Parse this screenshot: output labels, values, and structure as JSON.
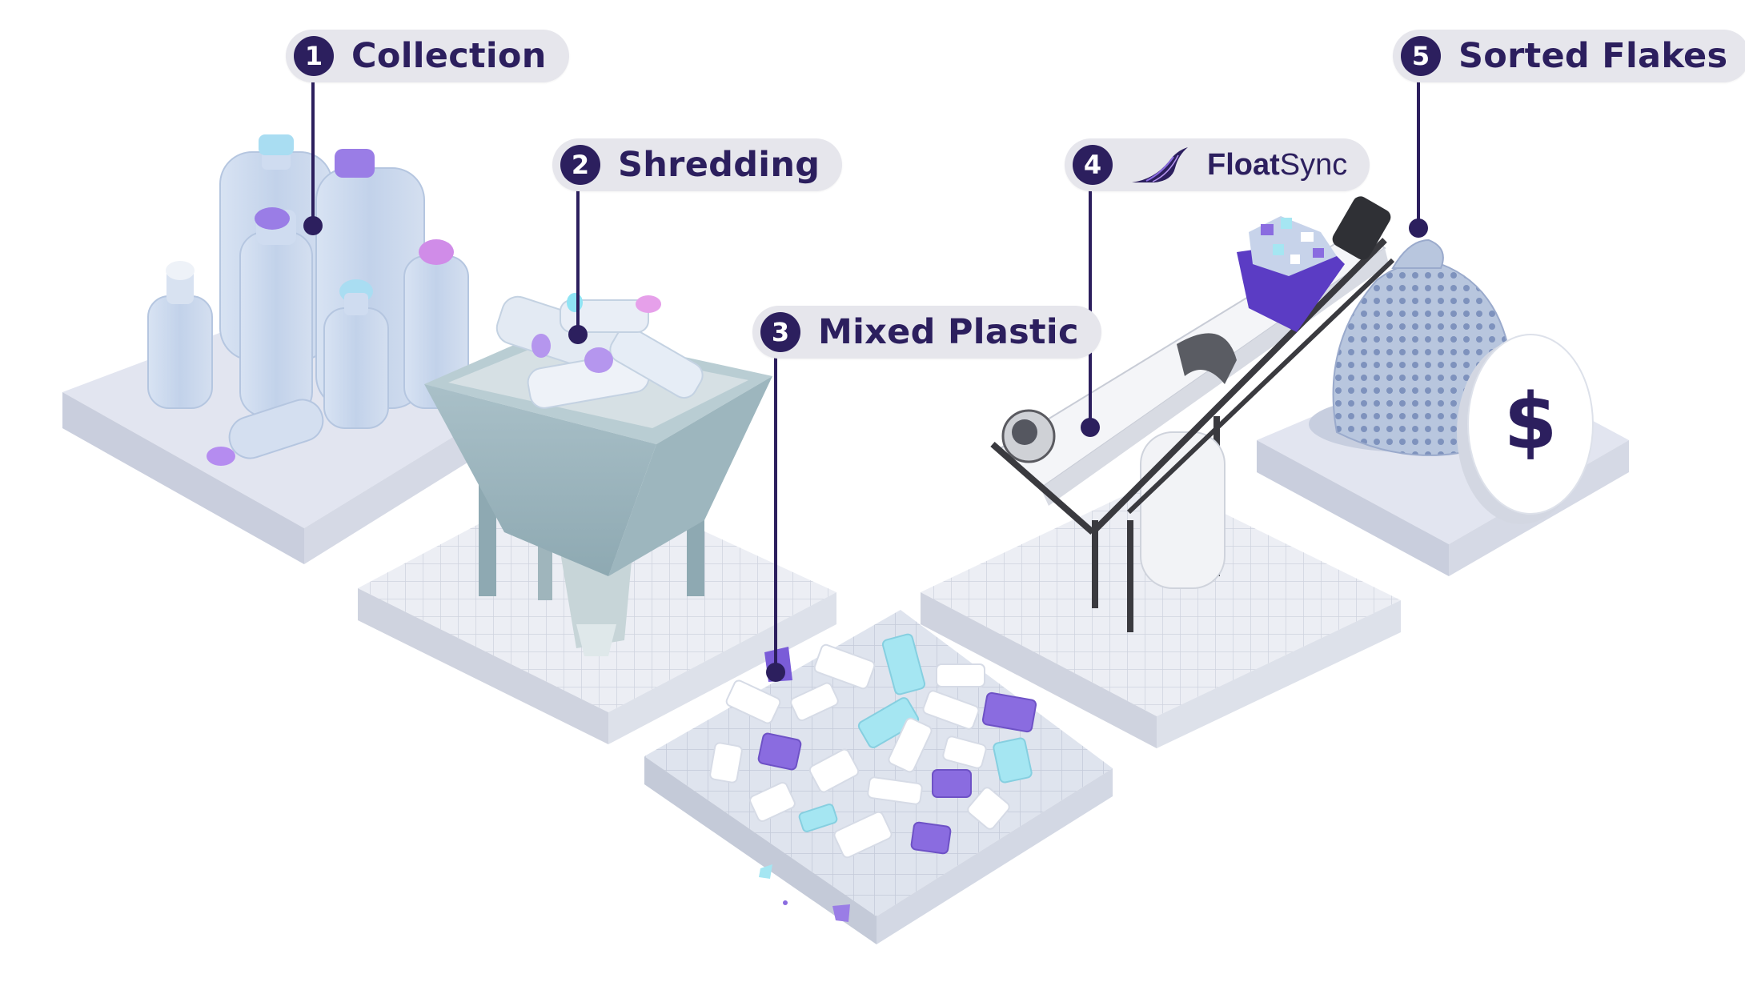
{
  "steps": [
    {
      "num": "1",
      "label": "Collection"
    },
    {
      "num": "2",
      "label": "Shredding"
    },
    {
      "num": "3",
      "label": "Mixed Plastic"
    },
    {
      "num": "4",
      "brand": {
        "bold": "Float",
        "regular": "Sync"
      }
    },
    {
      "num": "5",
      "label": "Sorted Flakes"
    }
  ],
  "value_symbol": "$",
  "colors": {
    "navy": "#2c1f5e",
    "label_bg": "#e6e6ec",
    "platform_top": "#e2e5f0",
    "platform_side": "#c9cedd",
    "purple": "#8a6ce0",
    "cyan": "#9fe3ef",
    "bottle": "#c9d9ee"
  },
  "icons": [
    "bottle-icon",
    "hopper-icon",
    "conveyor-icon",
    "sack-icon",
    "dollar-coin-icon"
  ]
}
